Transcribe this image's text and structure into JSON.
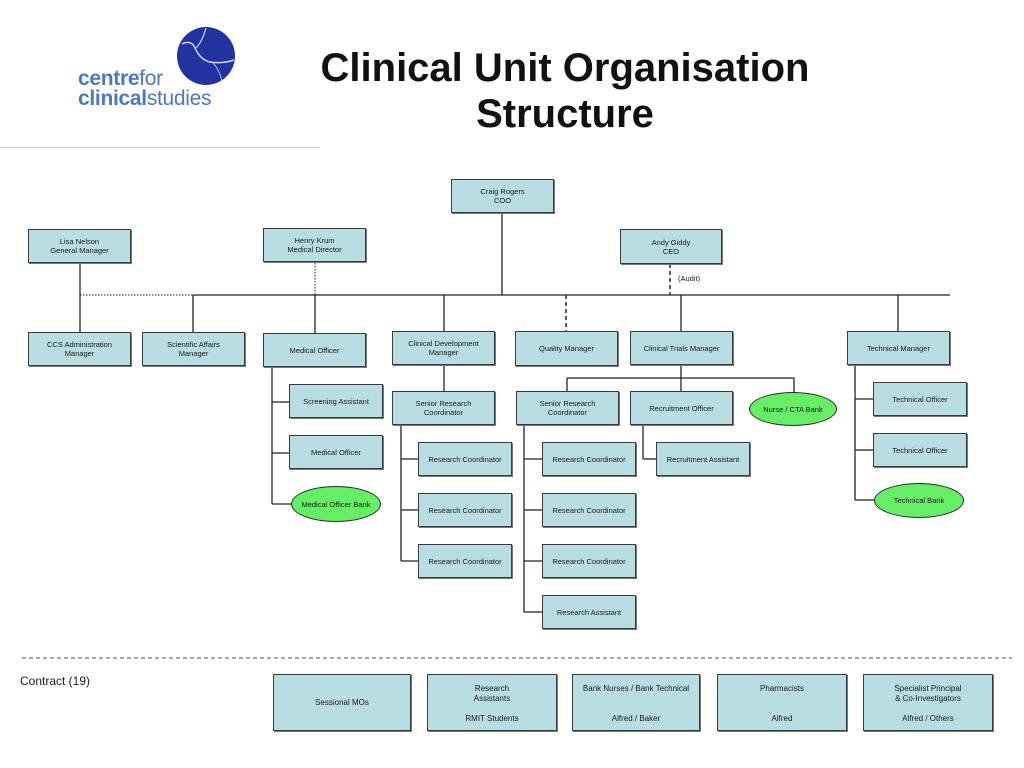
{
  "logo": {
    "word1_bold": "centre",
    "word1_thin": "for",
    "word2_bold": "clinical",
    "word2_thin": "studies"
  },
  "title": {
    "line1": "Clinical Unit Organisation",
    "line2": "Structure"
  },
  "nodes": {
    "coo": "Craig Rogers\nCOO",
    "general_manager": "Lisa Nelson\nGeneral Manager",
    "medical_director": "Henry Krum\nMedical Director",
    "ceo": "Andy Giddy\nCEO",
    "audit_label": "(Audit)",
    "ccs_admin": "CCS Administration\nManager",
    "scientific_affairs": "Scientific Affairs\nManager",
    "medical_officer": "Medical Officer",
    "clinical_dev": "Clinical Development\nManager",
    "quality": "Quality Manager",
    "clinical_trials": "Clinical  Trials  Manager",
    "technical_manager": "Technical Manager",
    "screening_assistant": "Screening Assistant",
    "medical_officer_2": "Medical Officer",
    "medical_officer_bank": "Medical Officer Bank",
    "senior_rc_1": "Senior Research\nCoordinator",
    "senior_rc_2": "Senior Research\nCoordinator",
    "recruitment_officer": "Recruitment Officer",
    "nurse_cta_bank": "Nurse / CTA Bank",
    "rc_1a": "Research Coordinator",
    "rc_1b": "Research Coordinator",
    "rc_1c": "Research Coordinator",
    "rc_2a": "Research Coordinator",
    "rc_2b": "Research Coordinator",
    "rc_2c": "Research Coordinator",
    "research_assistant": "Research Assistant",
    "recruitment_assistant": "Recruitment Assistant",
    "technical_officer_1": "Technical Officer",
    "technical_officer_2": "Technical Officer",
    "technical_bank": "Technical Bank"
  },
  "contract": {
    "label": "Contract (19)",
    "boxes": [
      {
        "top": "Sessional MOs",
        "bottom": ""
      },
      {
        "top": "Research\nAssistants",
        "bottom": "RMIT Students"
      },
      {
        "top": "Bank Nurses / Bank Technical",
        "bottom": "Alfred / Baker"
      },
      {
        "top": "Pharmacists",
        "bottom": "Alfred"
      },
      {
        "top": "Specialist Principal\n& Co-Investigators",
        "bottom": "Alfred / Others"
      }
    ]
  },
  "colors": {
    "box_fill": "#b8dde2",
    "bank_fill": "#66ee66",
    "logo_blue": "#4a78c2",
    "globe_blue": "#2233a0"
  }
}
